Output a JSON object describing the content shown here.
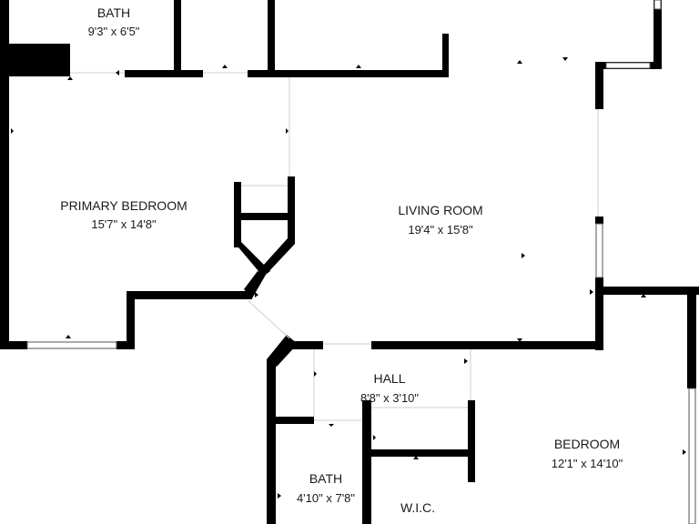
{
  "rooms": [
    {
      "id": "bath-top",
      "name": "BATH",
      "dims": "9'3\" x 6'5\""
    },
    {
      "id": "primary-bedroom",
      "name": "PRIMARY BEDROOM",
      "dims": "15'7\" x 14'8\""
    },
    {
      "id": "living-room",
      "name": "LIVING ROOM",
      "dims": "19'4\" x 15'8\""
    },
    {
      "id": "hall",
      "name": "HALL",
      "dims": "8'8\" x 3'10\""
    },
    {
      "id": "bedroom",
      "name": "BEDROOM",
      "dims": "12'1\" x 14'10\""
    },
    {
      "id": "bath-bottom",
      "name": "BATH",
      "dims": "4'10\" x 7'8\""
    },
    {
      "id": "wic",
      "name": "W.I.C.",
      "dims": ""
    }
  ],
  "colors": {
    "wall": "#000000",
    "background": "#ffffff",
    "text": "#1a1a1a"
  }
}
